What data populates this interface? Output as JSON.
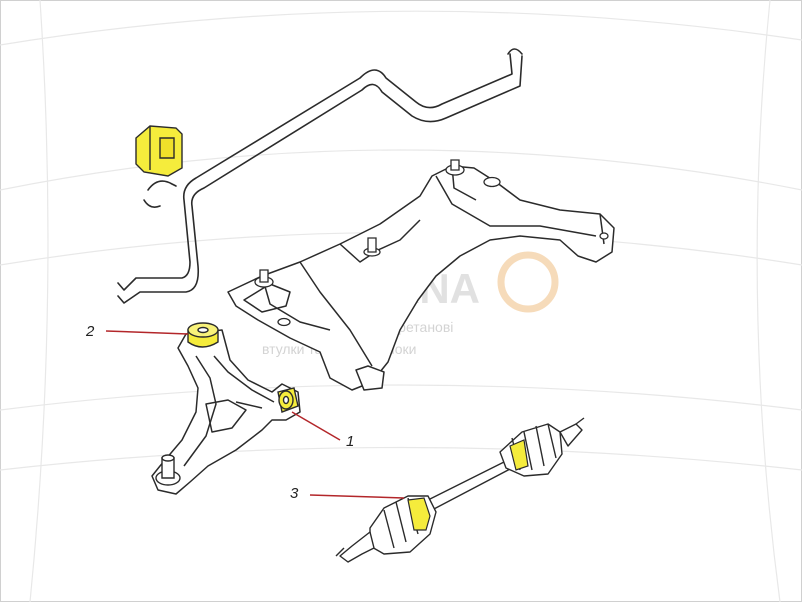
{
  "watermark": {
    "brand": "VLUKNA",
    "line1": "поліуретанові",
    "line2": "втулки та сайлентблоки"
  },
  "callouts": [
    {
      "id": "1",
      "label": "1"
    },
    {
      "id": "2",
      "label": "2"
    },
    {
      "id": "3",
      "label": "3"
    }
  ],
  "colors": {
    "line": "#2b2b2b",
    "highlight": "#f5ec3c",
    "leader": "#b3262a",
    "watermark_ring": "#f3c99a",
    "background_arc": "#e6e6e6"
  }
}
